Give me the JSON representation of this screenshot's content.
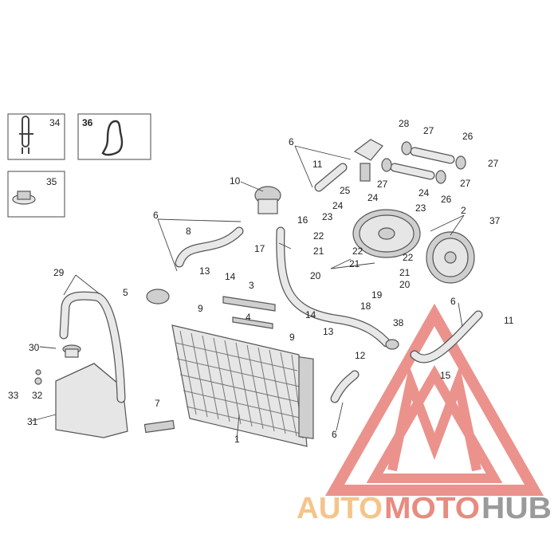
{
  "callouts": {
    "n1": "1",
    "n2": "2",
    "n3": "3",
    "n4": "4",
    "n5": "5",
    "n6a": "6",
    "n6b": "6",
    "n6c": "6",
    "n6d": "6",
    "n7": "7",
    "n8": "8",
    "n9a": "9",
    "n9b": "9",
    "n10": "10",
    "n11a": "11",
    "n11b": "11",
    "n12": "12",
    "n13a": "13",
    "n13b": "13",
    "n14a": "14",
    "n14b": "14",
    "n15": "15",
    "n16": "16",
    "n17": "17",
    "n18": "18",
    "n19": "19",
    "n20a": "20",
    "n20b": "20",
    "n21a": "21",
    "n21b": "21",
    "n21c": "21",
    "n22a": "22",
    "n22b": "22",
    "n22c": "22",
    "n23a": "23",
    "n23b": "23",
    "n24a": "24",
    "n24b": "24",
    "n24c": "24",
    "n25": "25",
    "n26a": "26",
    "n26b": "26",
    "n27a": "27",
    "n27b": "27",
    "n27c": "27",
    "n27d": "27",
    "n28": "28",
    "n29": "29",
    "n30": "30",
    "n31": "31",
    "n32": "32",
    "n33": "33",
    "n37": "37",
    "n38": "38"
  },
  "inset_boxes": {
    "box34": "34",
    "box35": "35",
    "box36": "36"
  },
  "watermark": {
    "text_part1": "AUTO",
    "text_part2": "MOTO",
    "text_part3": "HUB",
    "color_part1": "#f5c48a",
    "color_part2": "#e88b80",
    "color_part3": "#9a9a9a",
    "logo_color": "#e8807a"
  }
}
